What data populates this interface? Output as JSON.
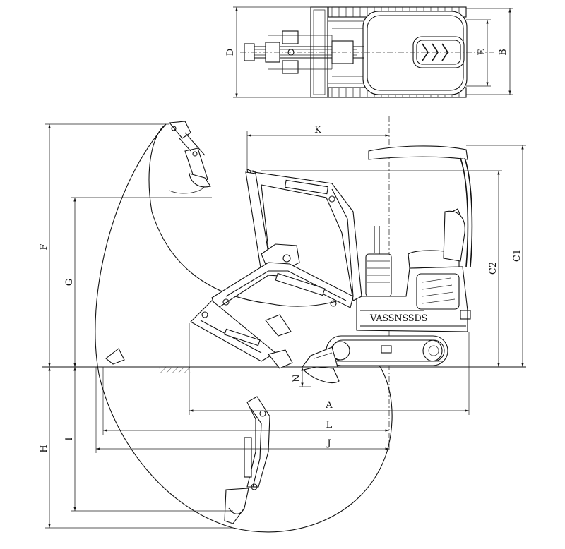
{
  "dimension_labels": {
    "A": "A",
    "B": "B",
    "C1": "C1",
    "C2": "C2",
    "D": "D",
    "E": "E",
    "F": "F",
    "G": "G",
    "H": "H",
    "I": "I",
    "J": "J",
    "K": "K",
    "L": "L",
    "N": "N"
  },
  "cab_plate_text": "VASSNSSDS"
}
